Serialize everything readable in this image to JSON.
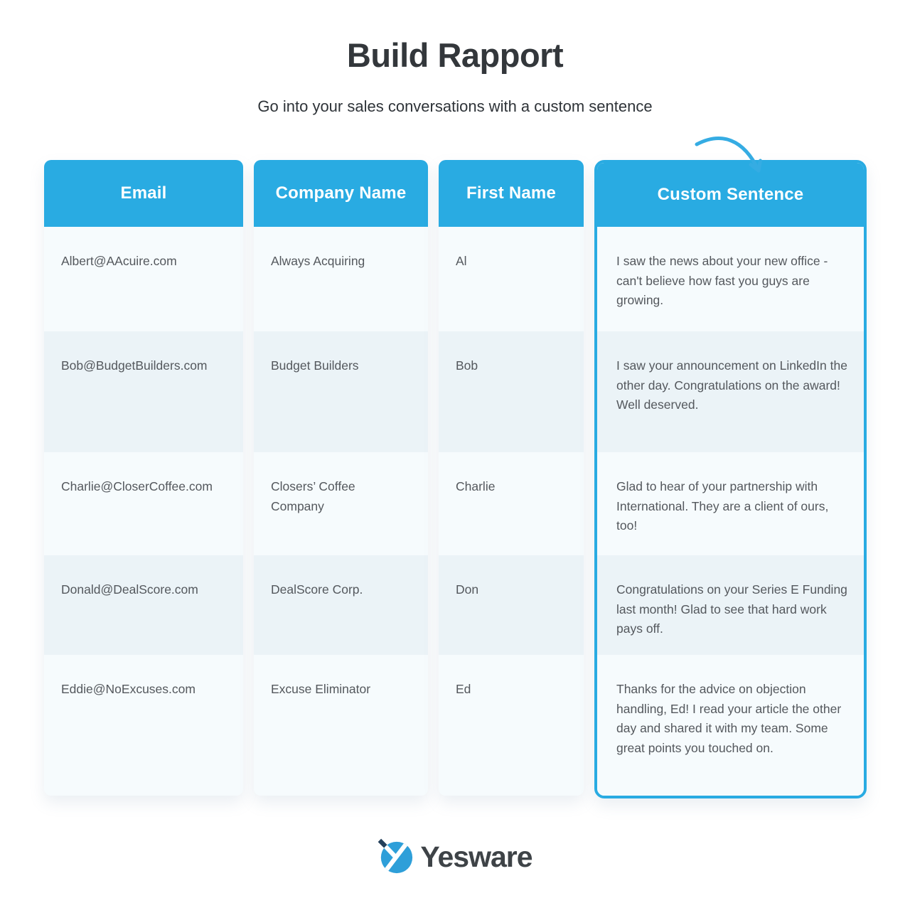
{
  "header": {
    "title": "Build Rapport",
    "subtitle": "Go into your sales conversations with a custom sentence"
  },
  "table": {
    "columns": [
      {
        "label": "Email"
      },
      {
        "label": "Company Name"
      },
      {
        "label": "First Name"
      },
      {
        "label": "Custom Sentence"
      }
    ],
    "rows": [
      {
        "email": "Albert@AAcuire.com",
        "company": "Always Acquiring",
        "first_name": "Al",
        "custom_sentence": "I saw the news about your new office - can't believe how fast you guys are growing."
      },
      {
        "email": "Bob@BudgetBuilders.com",
        "company": "Budget Builders",
        "first_name": "Bob",
        "custom_sentence": "I saw your announcement on LinkedIn the other day. Congratulations on the award! Well deserved."
      },
      {
        "email": "Charlie@CloserCoffee.com",
        "company": "Closers’ Coffee Company",
        "first_name": "Charlie",
        "custom_sentence": "Glad to hear of your partnership with International. They are a client of ours, too!"
      },
      {
        "email": "Donald@DealScore.com",
        "company": "DealScore Corp.",
        "first_name": "Don",
        "custom_sentence": "Congratulations on your Series E Funding last month! Glad to see that hard work pays off."
      },
      {
        "email": "Eddie@NoExcuses.com",
        "company": "Excuse Eliminator",
        "first_name": "Ed",
        "custom_sentence": "Thanks for the advice on objection handling, Ed! I read your article the other day and shared it with my team. Some great points you touched on."
      }
    ]
  },
  "footer": {
    "brand": "Yesware"
  },
  "colors": {
    "accent_blue": "#29abe2",
    "row_light": "#f6fbfd",
    "row_shaded": "#ebf3f7",
    "title_text": "#33373b",
    "body_text": "#54585d",
    "logo_navy": "#24405b"
  },
  "icons": {
    "curved_arrow": "curved-arrow-icon",
    "logo_mark": "yesware-logo-icon"
  }
}
